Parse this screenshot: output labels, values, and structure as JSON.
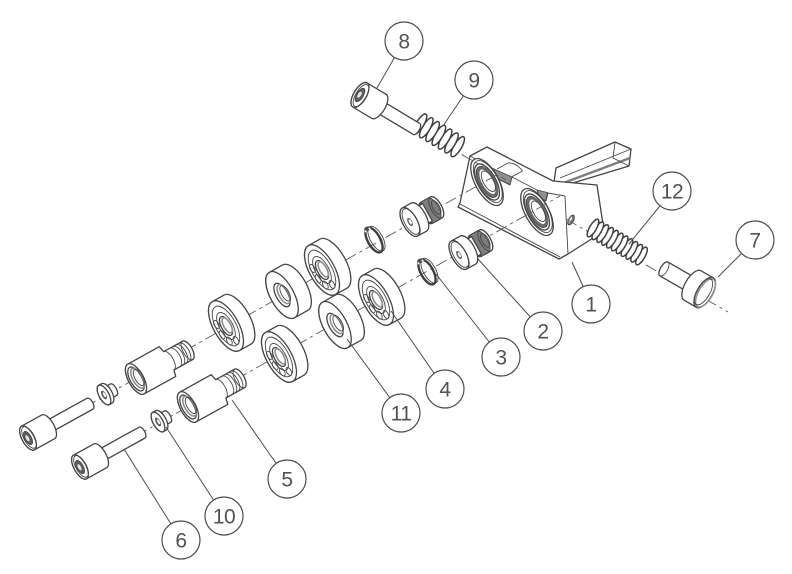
{
  "diagram": {
    "type": "exploded-parts-diagram",
    "background": "#ffffff",
    "line_color": "#454545",
    "callouts": [
      {
        "label": "1",
        "part": "housing-block",
        "qty": 1
      },
      {
        "label": "2",
        "part": "stepped-bushing",
        "qty": 2
      },
      {
        "label": "3",
        "part": "retaining-ring",
        "qty": 2
      },
      {
        "label": "4",
        "part": "ball-bearing",
        "qty": 4
      },
      {
        "label": "5",
        "part": "spacer-bushing",
        "qty": 2
      },
      {
        "label": "6",
        "part": "socket-head-cap-screw",
        "qty": 2
      },
      {
        "label": "7",
        "part": "pan-head-screw",
        "qty": 1
      },
      {
        "label": "8",
        "part": "socket-head-cap-screw",
        "qty": 1
      },
      {
        "label": "9",
        "part": "compression-spring-short",
        "qty": 1
      },
      {
        "label": "10",
        "part": "flanged-washer",
        "qty": 2
      },
      {
        "label": "11",
        "part": "bearing-spacer",
        "qty": 2
      },
      {
        "label": "12",
        "part": "compression-spring-long",
        "qty": 1
      }
    ]
  }
}
